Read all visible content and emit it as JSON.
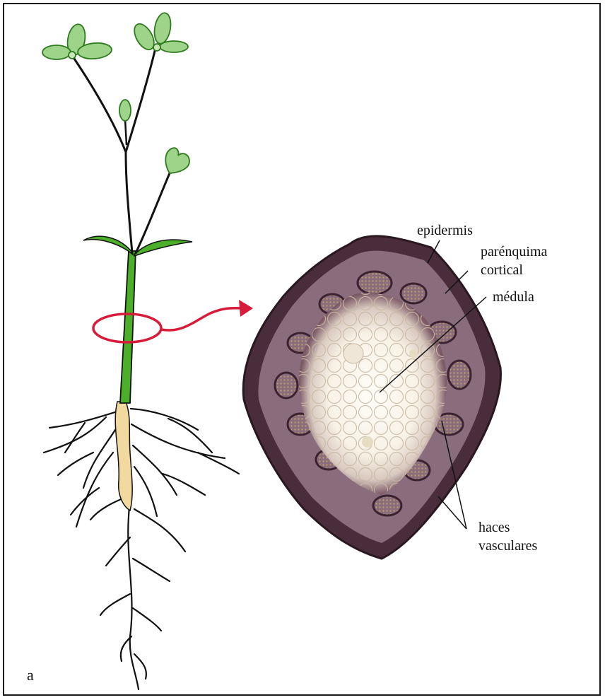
{
  "figure": {
    "panel_label": "a",
    "labels": {
      "epidermis": "epidermis",
      "parenquima_line1": "parénquima",
      "parenquima_line2": "cortical",
      "medula": "médula",
      "haces_line1": "haces",
      "haces_line2": "vasculares"
    },
    "colors": {
      "stem_green": "#4caf2a",
      "leaf_green": "#9ed48a",
      "leaf_outline": "#2f7a1e",
      "root_tan": "#f2d9a0",
      "marker_red": "#d81b3a",
      "section_dark": "#4a2d3a",
      "section_pith": "#fbf8f2"
    }
  }
}
